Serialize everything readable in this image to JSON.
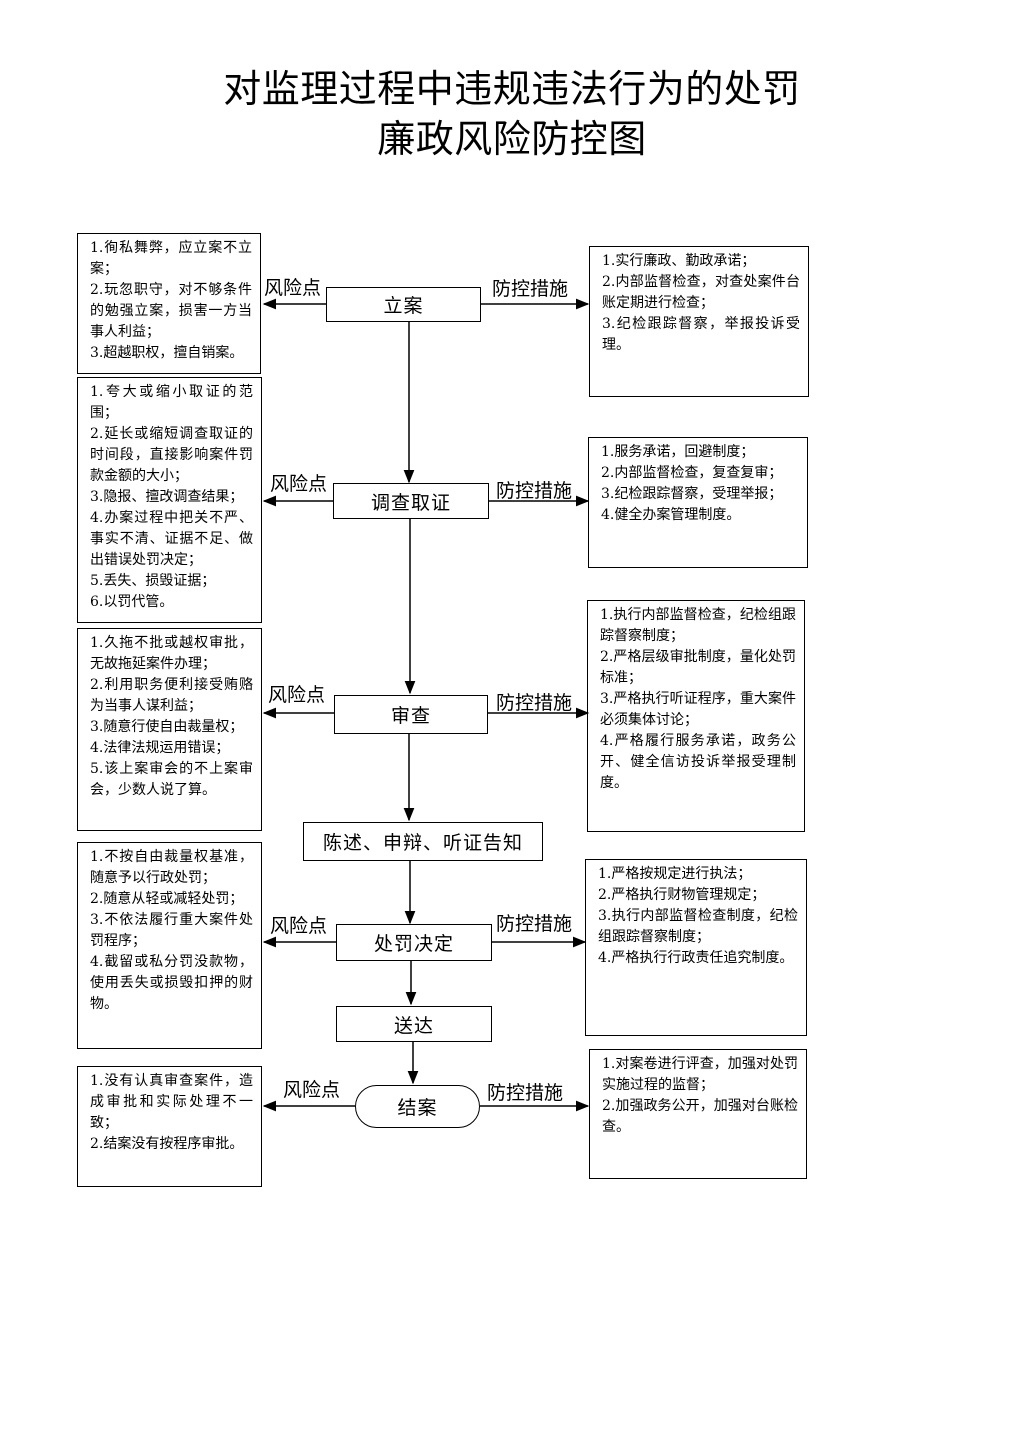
{
  "title": {
    "line1": "对监理过程中违规违法行为的处罚",
    "line2": "廉政风险防控图"
  },
  "labels": {
    "risk": "风险点",
    "control": "防控措施"
  },
  "steps": [
    {
      "label": "立案"
    },
    {
      "label": "调查取证"
    },
    {
      "label": "审查"
    },
    {
      "label": "陈述、申辩、听证告知"
    },
    {
      "label": "处罚决定"
    },
    {
      "label": "送达"
    },
    {
      "label": "结案"
    }
  ],
  "risks": [
    {
      "lines": [
        "1.徇私舞弊，应立案不立案；",
        "2.玩忽职守，对不够条件的勉强立案，损害一方当事人利益；",
        "3.超越职权，擅自销案。"
      ]
    },
    {
      "lines": [
        "1.夸大或缩小取证的范围；",
        "2.延长或缩短调查取证的时间段，直接影响案件罚款金额的大小；",
        "3.隐报、擅改调查结果；",
        "4.办案过程中把关不严、事实不清、证据不足、做出错误处罚决定；",
        "5.丢失、损毁证据；",
        "6.以罚代管。"
      ]
    },
    {
      "lines": [
        "1.久拖不批或越权审批，无故拖延案件办理；",
        "2.利用职务便利接受贿赂为当事人谋利益；",
        "3.随意行使自由裁量权；",
        "4.法律法规运用错误；",
        "5.该上案审会的不上案审会，少数人说了算。"
      ]
    },
    {
      "lines": [
        "1.不按自由裁量权基准，随意予以行政处罚；",
        "2.随意从轻或减轻处罚；",
        "3.不依法履行重大案件处罚程序；",
        "4.截留或私分罚没款物，使用丢失或损毁扣押的财物。"
      ]
    },
    {
      "lines": [
        "1.没有认真审查案件，造成审批和实际处理不一致；",
        "2.结案没有按程序审批。"
      ]
    }
  ],
  "controls": [
    {
      "lines": [
        "1.实行廉政、勤政承诺；",
        "2.内部监督检查，对查处案件台账定期进行检查；",
        "3.纪检跟踪督察，举报投诉受理。"
      ]
    },
    {
      "lines": [
        "1.服务承诺，回避制度；",
        "2.内部监督检查，复查复审；",
        "3.纪检跟踪督察，受理举报；",
        "4.健全办案管理制度。"
      ]
    },
    {
      "lines": [
        "1.执行内部监督检查，纪检组跟踪督察制度；",
        "2.严格层级审批制度，量化处罚标准；",
        "3.严格执行听证程序，重大案件必须集体讨论；",
        "4.严格履行服务承诺，政务公开、健全信访投诉举报受理制度。"
      ]
    },
    {
      "lines": [
        "1.严格按规定进行执法；",
        "2.严格执行财物管理规定；",
        "3.执行内部监督检查制度，纪检组跟踪督察制度；",
        "4.严格执行行政责任追究制度。"
      ]
    },
    {
      "lines": [
        "1.对案卷进行评查，加强对处罚实施过程的监督；",
        "2.加强政务公开，加强对台账检查。"
      ]
    }
  ]
}
